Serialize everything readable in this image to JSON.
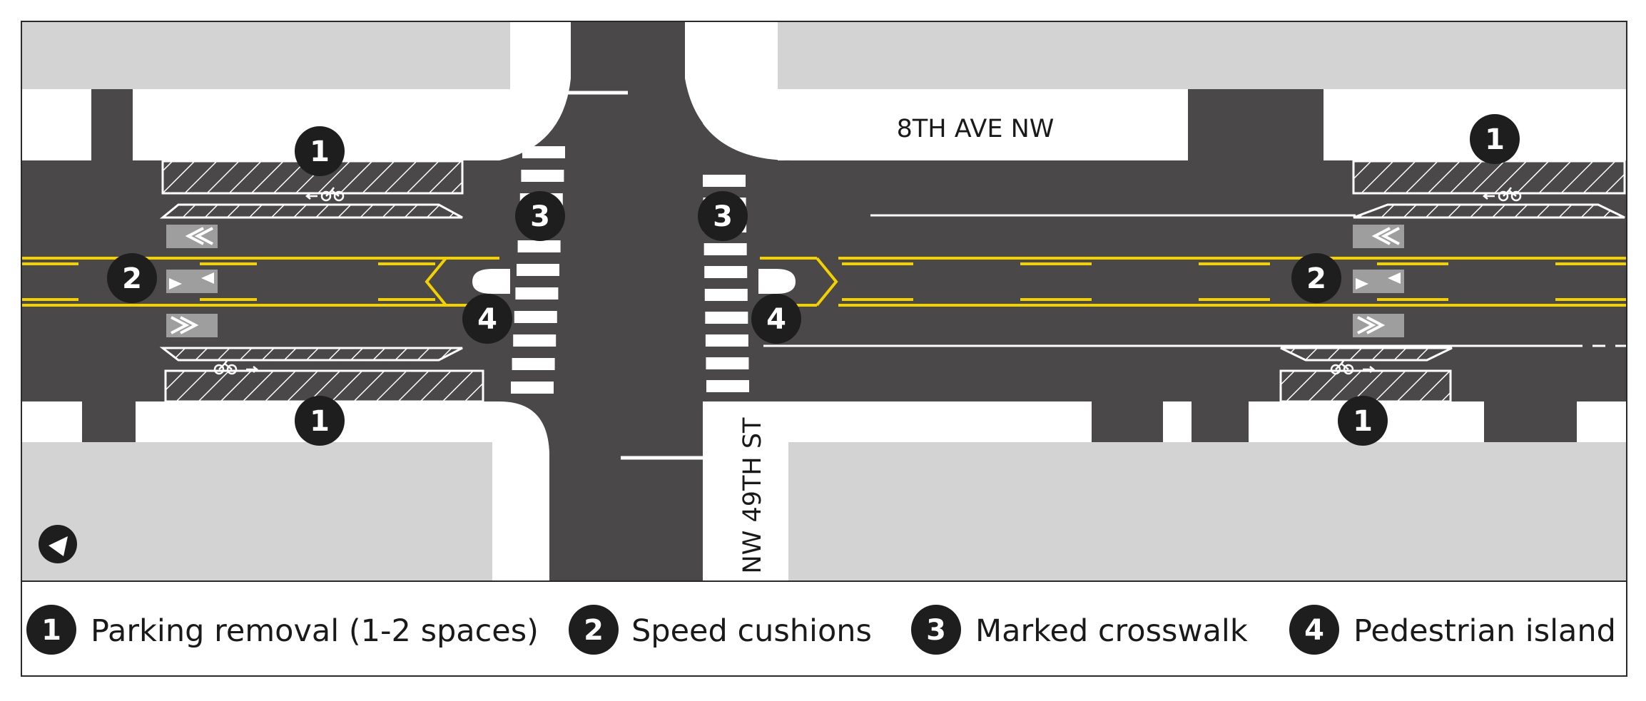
{
  "streets": {
    "avenue": "8TH AVE NW",
    "cross_street": "NW 49TH ST"
  },
  "legend": [
    {
      "number": "1",
      "label": "Parking removal (1-2 spaces)"
    },
    {
      "number": "2",
      "label": "Speed cushions"
    },
    {
      "number": "3",
      "label": "Marked crosswalk"
    },
    {
      "number": "4",
      "label": "Pedestrian island"
    }
  ],
  "markers": {
    "parking_removal": "1",
    "speed_cushions": "2",
    "marked_crosswalk": "3",
    "pedestrian_island": "4"
  },
  "colors": {
    "road": "#4a4848",
    "block": "#d3d3d3",
    "sidewalk": "#ffffff",
    "centerline": "#f3d000",
    "cushion": "#9e9e9e",
    "marker": "#1e1e1e"
  },
  "north_arrow_icon": "north-arrow-icon"
}
